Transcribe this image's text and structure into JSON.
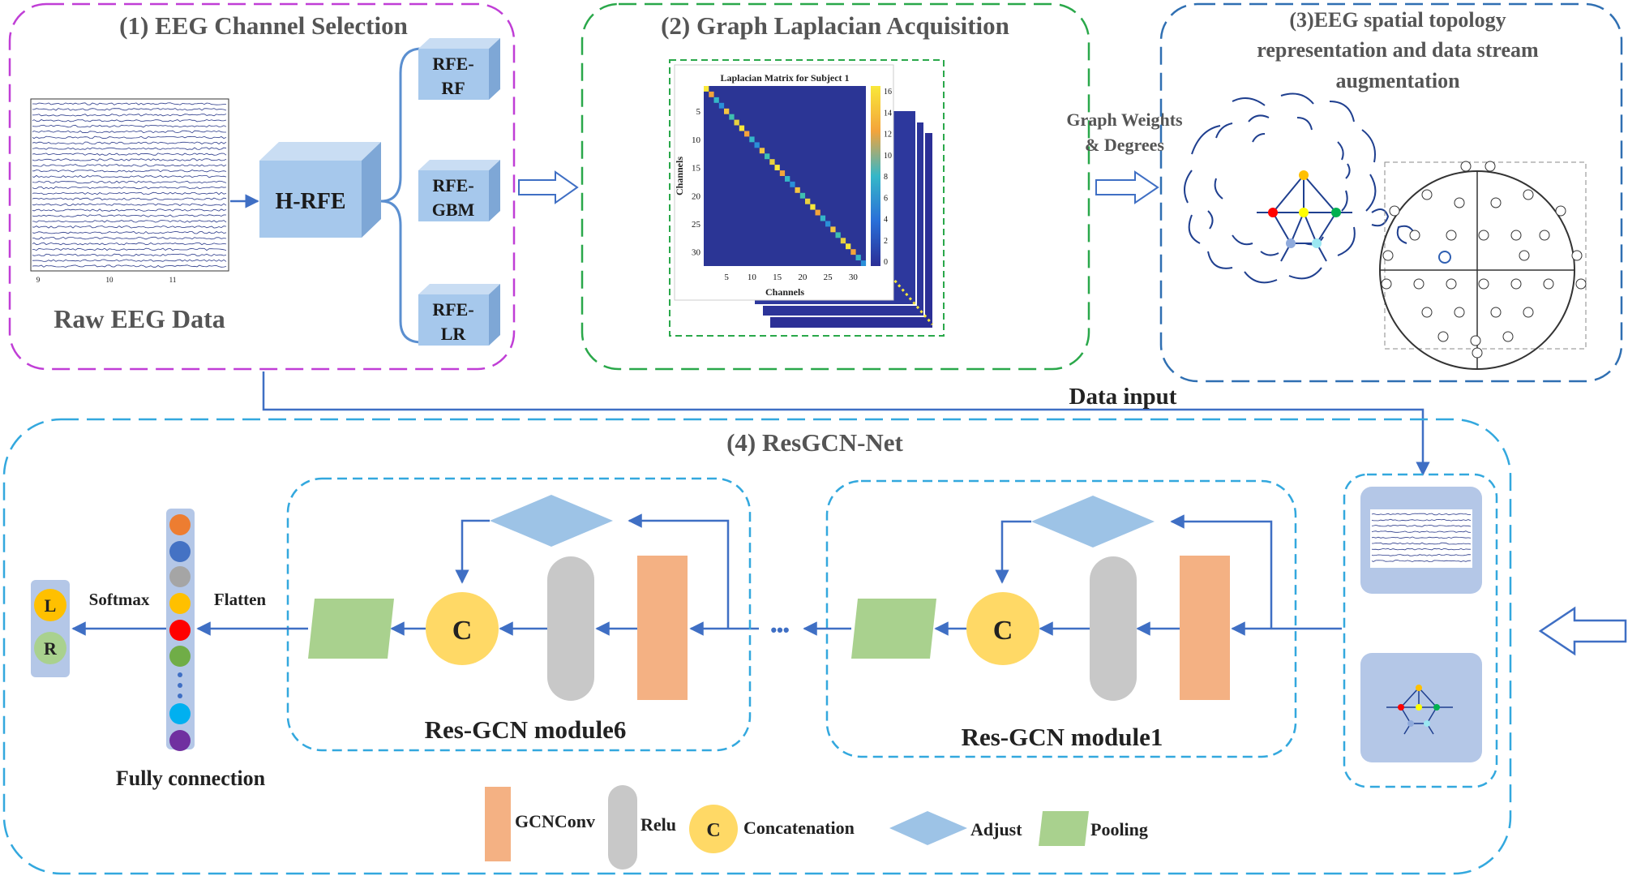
{
  "colors": {
    "magenta": "#c03ed6",
    "green": "#2aa84a",
    "blue_dark": "#2f6fb2",
    "cyan": "#33a8de",
    "arrow": "#3f6fc4",
    "box_face": "#a6c8ec",
    "box_side": "#7ea7d6",
    "gcnconv": "#f4b183",
    "relu": "#c8c8c8",
    "concat": "#ffd966",
    "adjust": "#9dc3e6",
    "pooling": "#a9d18e",
    "input_panel": "#b4c7e7"
  },
  "panel1": {
    "title": "(1) EEG Channel Selection",
    "raw_label": "Raw EEG Data",
    "hrfe_label": "H-RFE",
    "boxes": [
      {
        "line1": "RFE-",
        "line2": "RF"
      },
      {
        "line1": "RFE-",
        "line2": "GBM"
      },
      {
        "line1": "RFE-",
        "line2": "LR"
      }
    ],
    "eeg_xticks": [
      "9",
      "10",
      "11"
    ]
  },
  "panel2": {
    "title": "(2) Graph Laplacian Acquisition",
    "matrix_title": "Laplacian Matrix for Subject 1",
    "xlabel": "Channels",
    "ylabel": "Channels",
    "ticks": [
      "5",
      "10",
      "15",
      "20",
      "25",
      "30"
    ],
    "colorbar_ticks": [
      "16",
      "14",
      "12",
      "10",
      "8",
      "6",
      "4",
      "2",
      "0"
    ]
  },
  "panel3": {
    "title_line1": "(3)EEG spatial topology",
    "title_line2": "representation and data stream",
    "title_line3": "augmentation",
    "arrow_label_line1": "Graph Weights",
    "arrow_label_line2": "& Degrees"
  },
  "data_input_label": "Data input",
  "panel4": {
    "title": "(4) ResGCN-Net",
    "module6_label": "Res-GCN module6",
    "module1_label": "Res-GCN module1",
    "concat_letter": "C",
    "softmax_label": "Softmax",
    "flatten_label": "Flatten",
    "fc_label": "Fully connection",
    "output_left": "L",
    "output_right": "R",
    "ellipsis": "•••",
    "fc_dot_colors": [
      "#ed7d31",
      "#4472c4",
      "#a5a5a5",
      "#ffc000",
      "#ff0000",
      "#70ad47",
      "#00b0f0",
      "#7030a0"
    ]
  },
  "legend": {
    "gcnconv": "GCNConv",
    "relu": "Relu",
    "concat_letter": "C",
    "concatenation": "Concatenation",
    "adjust": "Adjust",
    "pooling": "Pooling"
  }
}
